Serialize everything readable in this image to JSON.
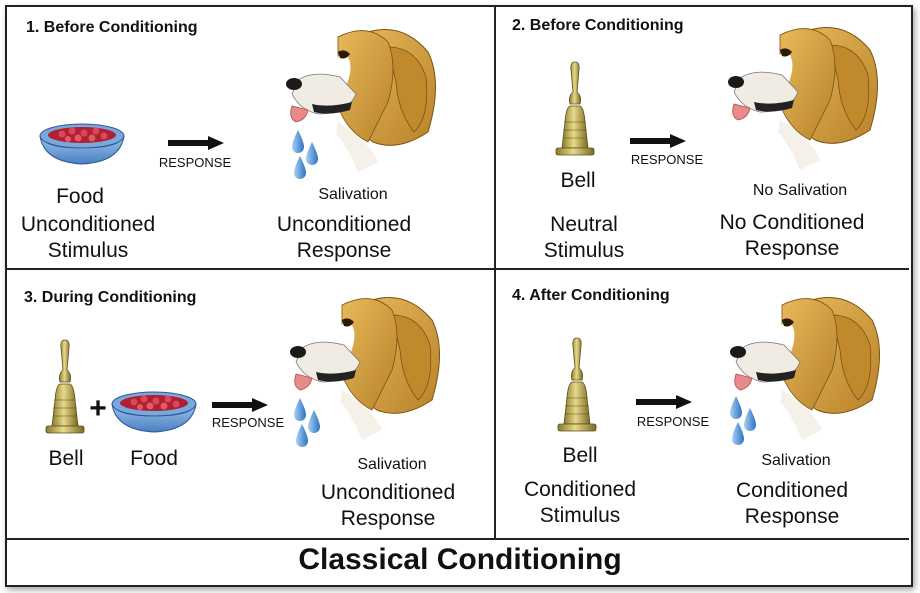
{
  "title": "Classical Conditioning",
  "panels": {
    "p1": {
      "heading": "1. Before Conditioning",
      "stimulus_name": "Food",
      "stimulus_type_1": "Unconditioned",
      "stimulus_type_2": "Stimulus",
      "arrow_label": "RESPONSE",
      "result": "Salivation",
      "response_type_1": "Unconditioned",
      "response_type_2": "Response"
    },
    "p2": {
      "heading": "2. Before Conditioning",
      "stimulus_name": "Bell",
      "stimulus_type_1": "Neutral",
      "stimulus_type_2": "Stimulus",
      "arrow_label": "RESPONSE",
      "result": "No Salivation",
      "response_type_1": "No Conditioned",
      "response_type_2": "Response"
    },
    "p3": {
      "heading": "3. During Conditioning",
      "stimulus_name_1": "Bell",
      "plus": "+",
      "stimulus_name_2": "Food",
      "arrow_label": "RESPONSE",
      "result": "Salivation",
      "response_type_1": "Unconditioned",
      "response_type_2": "Response"
    },
    "p4": {
      "heading": "4. After Conditioning",
      "stimulus_name": "Bell",
      "stimulus_type_1": "Conditioned",
      "stimulus_type_2": "Stimulus",
      "arrow_label": "RESPONSE",
      "result": "Salivation",
      "response_type_1": "Conditioned",
      "response_type_2": "Response"
    }
  },
  "icons": [
    "food-bowl-icon",
    "bell-icon",
    "dog-head-icon",
    "saliva-drops-icon",
    "arrow-icon"
  ],
  "colors": {
    "fur": "#d9a441",
    "fur_dark": "#a8741f",
    "bell": "#c9b35a",
    "bowl": "#6a9fd8",
    "meat": "#c0303a",
    "drops": "#4a90d9"
  }
}
